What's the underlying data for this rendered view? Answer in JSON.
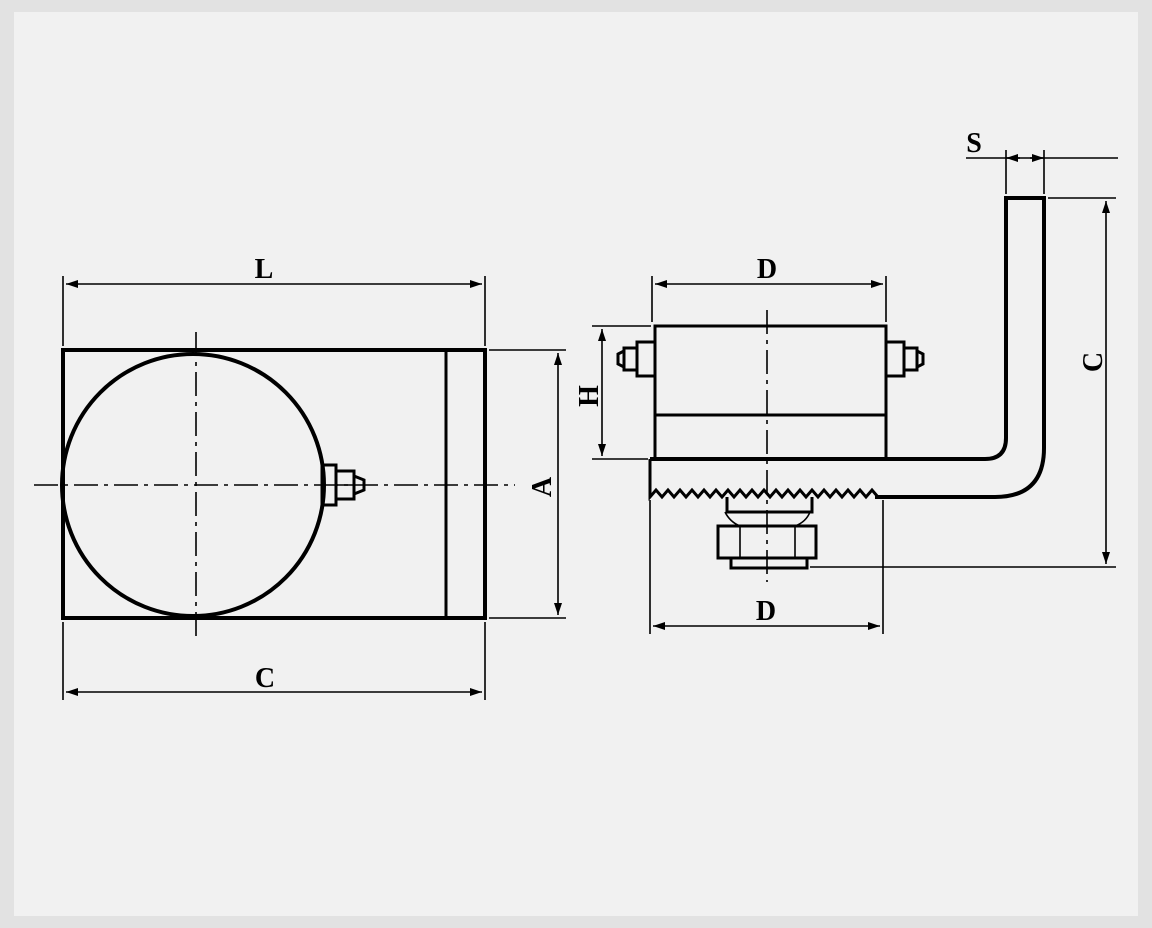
{
  "colors": {
    "paper": "#f1f1f1",
    "line": "#000000",
    "frame": "#e2e2e2"
  },
  "dimensions": {
    "front_length": "L",
    "front_width": "C",
    "front_height": "A",
    "side_top_width": "D",
    "side_bottom_width": "D",
    "side_height": "H",
    "side_arm_height": "C",
    "side_thickness": "S"
  }
}
